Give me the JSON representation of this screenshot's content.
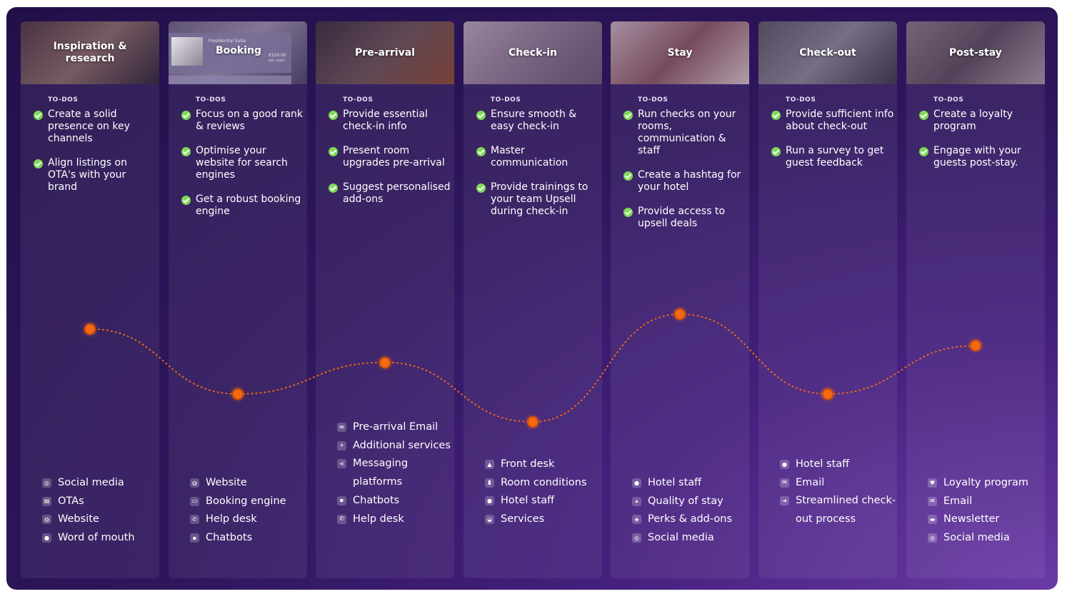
{
  "stages": [
    {
      "title": "Inspiration & research",
      "todos_label": "TO-DOS",
      "todos": [
        "Create a solid presence on key channels",
        "Align listings on OTA's with your brand"
      ],
      "channels": [
        {
          "icon": "camera-icon",
          "label": "Social media"
        },
        {
          "icon": "table-icon",
          "label": "OTAs"
        },
        {
          "icon": "globe-icon",
          "label": "Website"
        },
        {
          "icon": "person-icon",
          "label": "Word of mouth"
        }
      ],
      "header_colors": [
        "#4e3a3c",
        "#8a6f64",
        "#2d2630"
      ]
    },
    {
      "title": "Booking",
      "header_subtitle": "Presidential Suite",
      "header_price": "€520.00",
      "header_price_note": "per night",
      "todos_label": "TO-DOS",
      "todos": [
        "Focus on a good rank & reviews",
        "Optimise your website for search engines",
        "Get a robust booking engine"
      ],
      "channels": [
        {
          "icon": "globe-icon",
          "label": "Website"
        },
        {
          "icon": "monitor-icon",
          "label": "Booking engine"
        },
        {
          "icon": "phone-icon",
          "label": "Help desk"
        },
        {
          "icon": "chat-icon",
          "label": "Chatbots"
        }
      ],
      "header_colors": [
        "#6b6480",
        "#9b93aa",
        "#4a4460"
      ]
    },
    {
      "title": "Pre-arrival",
      "todos_label": "TO-DOS",
      "todos": [
        "Provide essential check-in info",
        "Present room upgrades pre-arrival",
        "Suggest personalised add-ons"
      ],
      "channels": [
        {
          "icon": "envelope-icon",
          "label": "Pre-arrival Email"
        },
        {
          "icon": "plus-icon",
          "label": "Additional services"
        },
        {
          "icon": "share-icon",
          "label": "Messaging platforms"
        },
        {
          "icon": "chat-icon",
          "label": "Chatbots"
        },
        {
          "icon": "phone-icon",
          "label": "Help desk"
        }
      ],
      "header_colors": [
        "#3a3036",
        "#6a5552",
        "#8a4a2a"
      ]
    },
    {
      "title": "Check-in",
      "todos_label": "TO-DOS",
      "todos": [
        "Ensure smooth & easy check-in",
        "Master communication",
        "Provide trainings to your team Upsell during check-in"
      ],
      "channels": [
        {
          "icon": "bell-icon",
          "label": "Front desk"
        },
        {
          "icon": "door-icon",
          "label": "Room conditions"
        },
        {
          "icon": "staff-icon",
          "label": "Hotel staff"
        },
        {
          "icon": "service-icon",
          "label": "Services"
        }
      ],
      "header_colors": [
        "#b8a7b4",
        "#8c7a8c",
        "#6a5a6e"
      ]
    },
    {
      "title": "Stay",
      "todos_label": "TO-DOS",
      "todos": [
        "Run checks on your rooms, communication & staff",
        "Create a hashtag for your hotel",
        "Provide access to upsell deals"
      ],
      "channels": [
        {
          "icon": "staff-icon",
          "label": "Hotel staff"
        },
        {
          "icon": "thumbs-up-icon",
          "label": "Quality of stay"
        },
        {
          "icon": "gift-icon",
          "label": "Perks & add-ons"
        },
        {
          "icon": "camera-icon",
          "label": "Social media"
        }
      ],
      "header_colors": [
        "#c9b5b8",
        "#8a5a5e",
        "#d8c8c4"
      ]
    },
    {
      "title": "Check-out",
      "todos_label": "TO-DOS",
      "todos": [
        "Provide sufficient info about check-out",
        "Run a survey to get guest feedback"
      ],
      "channels": [
        {
          "icon": "staff-icon",
          "label": "Hotel staff"
        },
        {
          "icon": "envelope-icon",
          "label": "Email"
        },
        {
          "icon": "exit-icon",
          "label": "Streamlined check-out process"
        }
      ],
      "header_colors": [
        "#5a5860",
        "#8a8890",
        "#3a3842"
      ]
    },
    {
      "title": "Post-stay",
      "todos_label": "TO-DOS",
      "todos": [
        "Create a loyalty program",
        "Engage with your guests post-stay."
      ],
      "channels": [
        {
          "icon": "heart-icon",
          "label": "Loyalty program"
        },
        {
          "icon": "envelope-icon",
          "label": "Email"
        },
        {
          "icon": "newspaper-icon",
          "label": "Newsletter"
        },
        {
          "icon": "camera-icon",
          "label": "Social media"
        }
      ],
      "header_colors": [
        "#8a7a82",
        "#5a4e58",
        "#a89aa2"
      ]
    }
  ],
  "journey_levels": [
    0.62,
    0.27,
    0.44,
    0.12,
    0.7,
    0.27,
    0.53
  ],
  "colors": {
    "accent": "#f26a12",
    "check": "#7ed957"
  }
}
